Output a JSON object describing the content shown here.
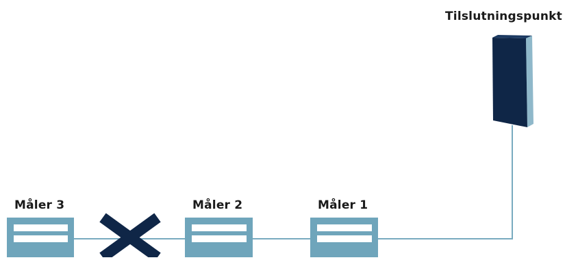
{
  "connection_point": {
    "label": "Tilslutningspunkt"
  },
  "meters": [
    {
      "label": "Måler 3",
      "disconnected": true
    },
    {
      "label": "Måler 2",
      "disconnected": false
    },
    {
      "label": "Måler 1",
      "disconnected": false
    }
  ],
  "colors": {
    "cable": "#78aabf",
    "meter_body": "#6fa5bb",
    "meter_slot": "#ffffff",
    "cabinet_front": "#0f2647",
    "cabinet_side": "#8fb8ca",
    "break_mark": "#0f2647",
    "text": "#1a1a1a"
  },
  "icons": {
    "cabinet": "connection-cabinet-icon",
    "meter": "electricity-meter-icon",
    "break": "cross-icon"
  }
}
